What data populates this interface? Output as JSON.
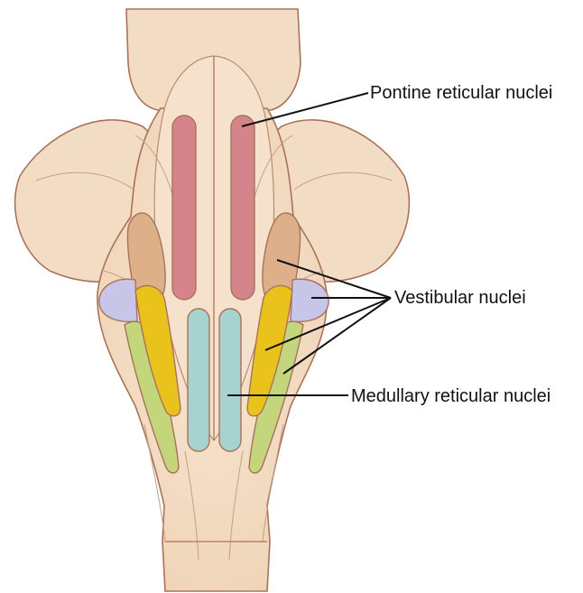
{
  "labels": {
    "pontine": "Pontine reticular nuclei",
    "vestibular": "Vestibular nuclei",
    "medullary": "Medullary reticular nuclei"
  },
  "colors": {
    "tissue": "#f3dcc4",
    "tissue_shade": "#e9cbaa",
    "outline": "#a8735a",
    "pontine_nuclei": "#d4848a",
    "medullary_nuclei": "#a6d2d0",
    "vestibular_upper": "#ddb08a",
    "vestibular_lavender": "#c8c6e8",
    "vestibular_yellow": "#e9c21c",
    "vestibular_green": "#c3d67c",
    "leader_line": "#111111"
  }
}
